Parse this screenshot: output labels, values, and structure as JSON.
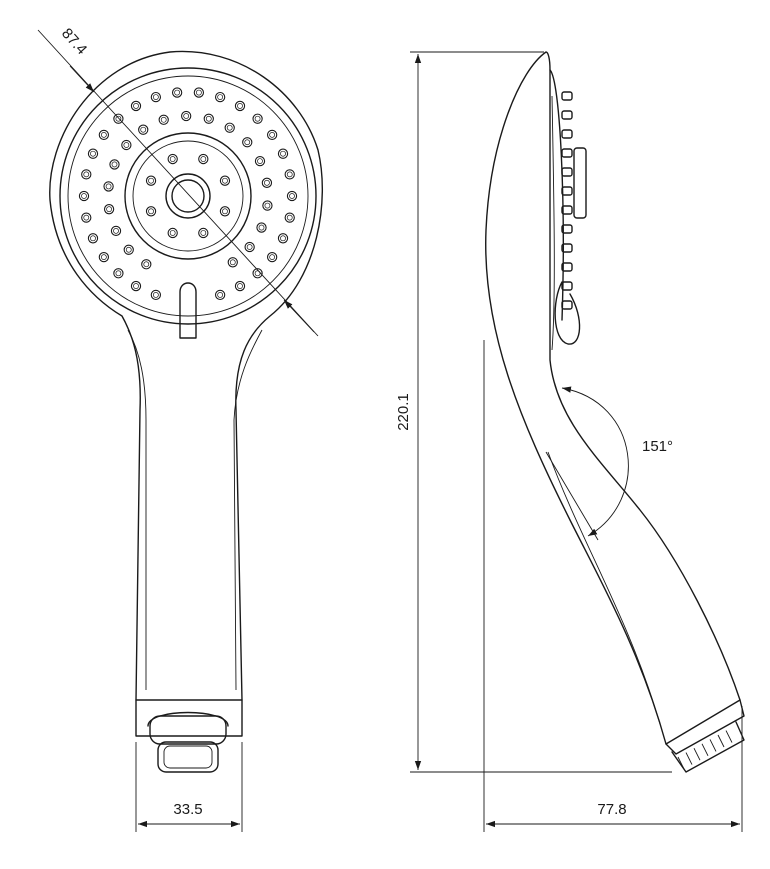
{
  "drawing": {
    "dimensions": {
      "face_diameter": "87.4",
      "total_length": "220.1",
      "connector_width": "33.5",
      "depth": "77.8",
      "angle": "151°"
    },
    "colors": {
      "line": "#1a1a1a",
      "background": "#ffffff"
    }
  }
}
